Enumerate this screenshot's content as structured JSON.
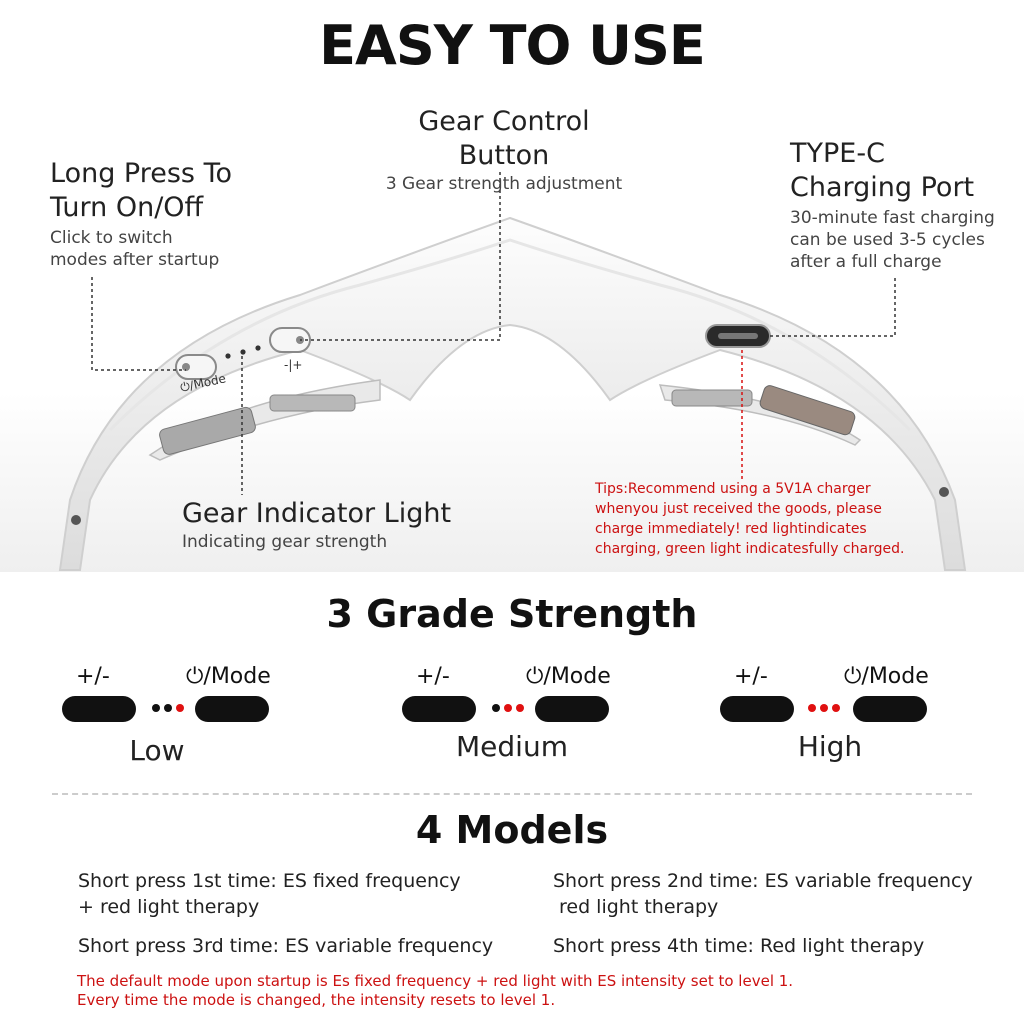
{
  "header": {
    "title": "EASY TO USE"
  },
  "callouts": {
    "power": {
      "title_line1": "Long Press To",
      "title_line2": "Turn On/Off",
      "sub_line1": "Click to switch",
      "sub_line2": "modes after startup"
    },
    "gear_button": {
      "title": "Gear Control Button",
      "sub": "3 Gear strength adjustment"
    },
    "typec": {
      "title_line1": "TYPE-C",
      "title_line2": "Charging Port",
      "sub_line1": "30-minute fast charging",
      "sub_line2": "can be used 3-5 cycles",
      "sub_line3": "after a full charge"
    },
    "indicator": {
      "title": "Gear Indicator Light",
      "sub": "Indicating gear strength"
    },
    "tips": {
      "line1": "Tips:Recommend using a 5V1A charger",
      "line2": "whenyou just received the goods, please",
      "line3": "charge immediately! red lightindicates",
      "line4": "charging, green light indicatesfully charged."
    }
  },
  "device": {
    "mode_label": "/Mode",
    "gear_label": "-|+"
  },
  "grades": {
    "title": "3 Grade Strength",
    "items": [
      {
        "plus_minus": "+/-",
        "mode": "/Mode",
        "name": "Low",
        "lit": 1
      },
      {
        "plus_minus": "+/-",
        "mode": "/Mode",
        "name": "Medium",
        "lit": 2
      },
      {
        "plus_minus": "+/-",
        "mode": "/Mode",
        "name": "High",
        "lit": 3
      }
    ]
  },
  "models": {
    "title": "4 Models",
    "m1_line1": "Short press 1st time: ES fixed frequency",
    "m1_line2": "+ red light therapy",
    "m2_line1": "Short press 2nd time: ES variable frequency",
    "m2_line2": "red light therapy",
    "m3": "Short press 3rd time: ES variable frequency",
    "m4": "Short press 4th time: Red light therapy",
    "note_line1": "The default mode upon startup is Es fixed frequency + red light with ES intensity set to level 1.",
    "note_line2": "Every time the mode is changed, the intensity resets to level 1."
  },
  "colors": {
    "red": "#e01010",
    "pill": "#111111",
    "device": "#f4f4f4"
  }
}
